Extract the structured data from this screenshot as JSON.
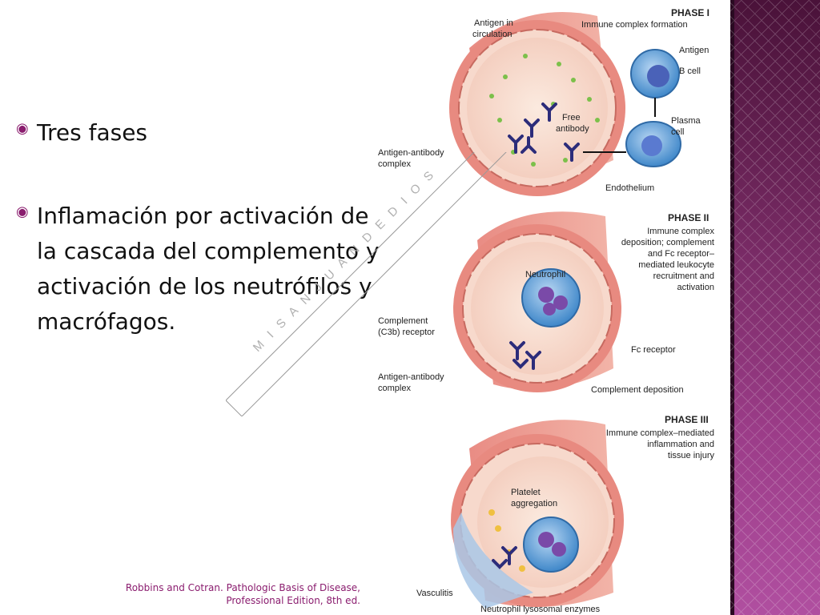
{
  "bullets": [
    {
      "text": "Tres fases"
    },
    {
      "text": "Inflamación por activación de la cascada del complemento y activación de los neutrófilos y macrófagos."
    }
  ],
  "citation": {
    "line1": "Robbins and Cotran. Pathologic Basis of Disease,",
    "line2": "Professional Edition, 8th ed."
  },
  "watermark": "M I S A N J U A N D E D I O S",
  "figure": {
    "phase1": {
      "title": "PHASE I",
      "subtitle": "Immune complex formation",
      "labels": {
        "antigen_circulation_1": "Antigen in",
        "antigen_circulation_2": "circulation",
        "antigen": "Antigen",
        "bcell": "B cell",
        "plasma_1": "Plasma",
        "plasma_2": "cell",
        "free_1": "Free",
        "free_2": "antibody",
        "complex_1": "Antigen-antibody",
        "complex_2": "complex",
        "endothelium": "Endothelium"
      }
    },
    "phase2": {
      "title": "PHASE II",
      "subtitle_lines": [
        "Immune complex",
        "deposition; complement",
        "and Fc receptor–",
        "mediated leukocyte",
        "recruitment and",
        "activation"
      ],
      "labels": {
        "neutrophil": "Neutrophil",
        "complement_1": "Complement",
        "complement_2": "(C3b) receptor",
        "fc": "Fc receptor",
        "complex_1": "Antigen-antibody",
        "complex_2": "complex",
        "deposition": "Complement deposition"
      }
    },
    "phase3": {
      "title": "PHASE III",
      "subtitle_lines": [
        "Immune complex–mediated",
        "inflammation and",
        "tissue injury"
      ],
      "labels": {
        "platelet_1": "Platelet",
        "platelet_2": "aggregation",
        "vasculitis": "Vasculitis",
        "enzymes": "Neutrophil lysosomal enzymes"
      }
    }
  }
}
